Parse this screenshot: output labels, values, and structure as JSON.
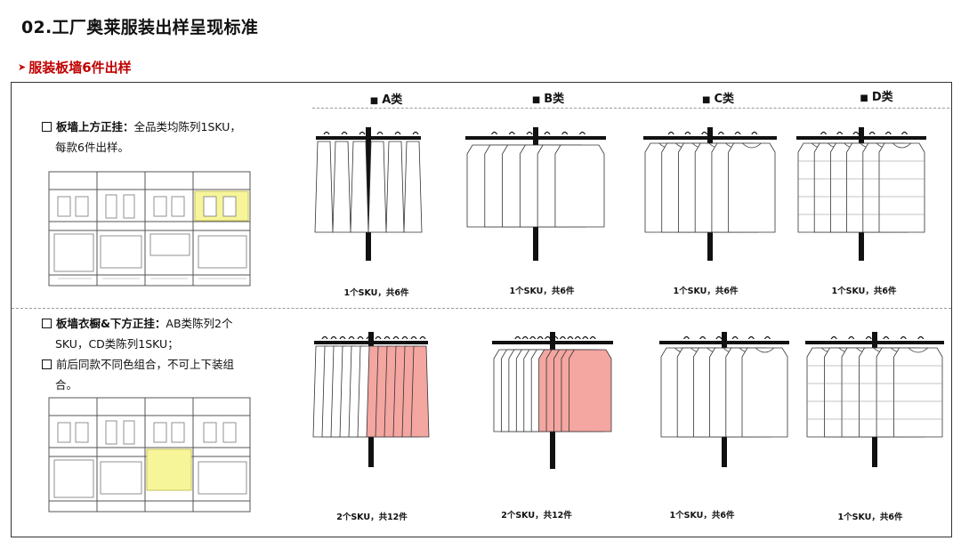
{
  "page_title": "02.工厂奥莱服装出样呈现标准",
  "section_heading": "服装板墙6件出样",
  "columns": [
    {
      "marker": "■",
      "label": "A类"
    },
    {
      "marker": "■",
      "label": "B类"
    },
    {
      "marker": "■",
      "label": "C类"
    },
    {
      "marker": "■",
      "label": "D类"
    }
  ],
  "top_rule": {
    "title": "板墙上方正挂：",
    "text": "全品类均陈列1SKU，",
    "text2": "每款6件出样。"
  },
  "bottom_rules": [
    {
      "title": "板墙衣橱&下方正挂：",
      "text": "AB类陈列2个",
      "text2": "SKU，CD类陈列1SKU；"
    },
    {
      "title": "",
      "text": "前后同款不同色组合，不可上下装组",
      "text2": "合。"
    }
  ],
  "top_captions": [
    "1个SKU，共6件",
    "1个SKU，共6件",
    "1个SKU，共6件",
    "1个SKU，共6件"
  ],
  "bottom_captions": [
    "2个SKU，共12件",
    "2个SKU，共12件",
    "1个SKU，共6件",
    "1个SKU，共6件"
  ],
  "colors": {
    "accent_red": "#c00000",
    "highlight_yellow": "#f7f59a",
    "pink_garment": "#f4a6a1"
  },
  "icons": [
    "checkbox-square-icon",
    "arrow-right-icon"
  ]
}
